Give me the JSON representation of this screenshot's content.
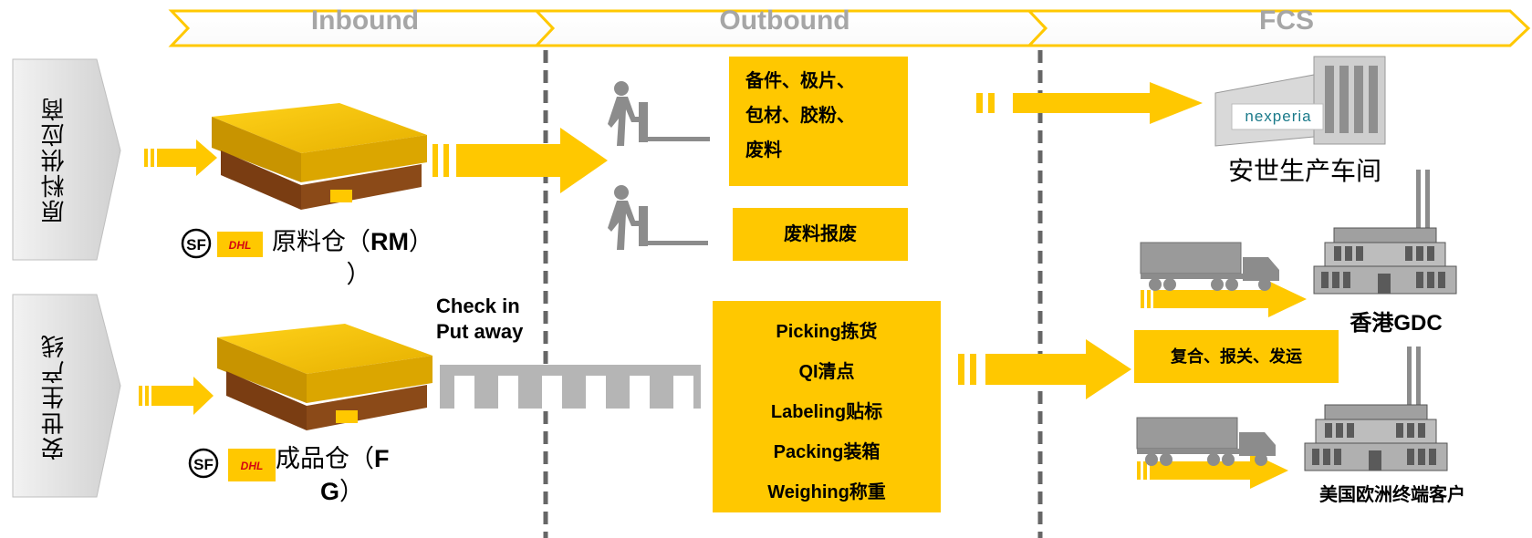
{
  "phases": [
    {
      "label": "Inbound"
    },
    {
      "label": "Outbound"
    },
    {
      "label": "FCS"
    }
  ],
  "rows": [
    {
      "label": "原料供应商"
    },
    {
      "label": "安世生产线"
    }
  ],
  "warehouses": {
    "rm": {
      "line1": "原料仓（",
      "code": "RM",
      "line1_end": "）",
      "line2": "）"
    },
    "fg": {
      "line1": "成品仓（",
      "code_a": "F",
      "line2_code": "G",
      "line2_end": "）"
    }
  },
  "carrier_logos": {
    "sf": "SF",
    "dhl": "DHL"
  },
  "check_in": {
    "line1": "Check in",
    "line2": "Put away"
  },
  "boxes": {
    "materials": {
      "lines": [
        "备件、极片、",
        "包材、胶粉、",
        "废料"
      ]
    },
    "scrap": {
      "label": "废料报废"
    },
    "ops": {
      "lines": [
        "Picking拣货",
        "QI清点",
        "Labeling贴标",
        "Packing装箱",
        "Weighing称重"
      ]
    },
    "customs": {
      "label": "复合、报关、发运"
    }
  },
  "destinations": {
    "workshop": {
      "logo_text": "nexperia",
      "label": "安世生产车间"
    },
    "hk": {
      "label": "香港GDC"
    },
    "us_eu": {
      "label": "美国欧洲终端客户"
    }
  },
  "colors": {
    "accent": "#ffc800",
    "pallet_dark": "#7a3d12",
    "grey_phase": "#a6a6a6",
    "divider": "#666666"
  },
  "icons": [
    "pallet-icon",
    "forklift-icon",
    "truck-icon",
    "factory-icon",
    "conveyor-icon",
    "arrow-icon"
  ]
}
